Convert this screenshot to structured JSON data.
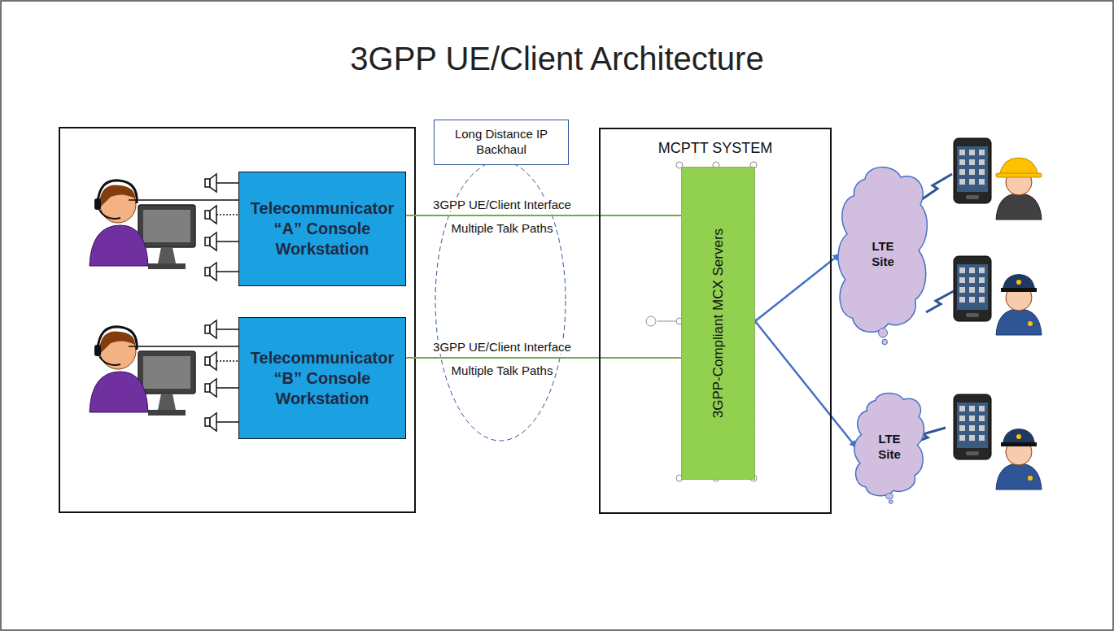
{
  "diagram": {
    "title": "3GPP UE/Client Architecture",
    "nodes": [
      {
        "text": [
          "Long Distance IP Backhaul"
        ]
      },
      {
        "text": [
          "MCPTT SYSTEM"
        ]
      },
      {
        "text": [
          "3GPP-Compliant MCX Servers"
        ],
        "in": 1
      },
      {
        "text": [
          "Telecommunicator “A” Console Workstation"
        ]
      },
      {
        "text": [
          "LTE Site"
        ]
      },
      {
        "text": [
          "Telecommunicator “B” Console Workstation"
        ]
      },
      {
        "text": [
          "LTE Site"
        ]
      }
    ],
    "edges": [
      {
        "from": 3,
        "to": 2,
        "arrow": "none",
        "label": "3GPP UE/Client Interface"
      },
      {
        "from": 5,
        "to": 2,
        "arrow": "none",
        "label": "3GPP UE/Client Interface"
      },
      {
        "from": 2,
        "to": 4,
        "arrow": "to"
      },
      {
        "from": 2,
        "to": 6,
        "arrow": "to"
      }
    ],
    "labels": [
      "Multiple Talk Paths",
      "Multiple Talk Paths"
    ]
  }
}
